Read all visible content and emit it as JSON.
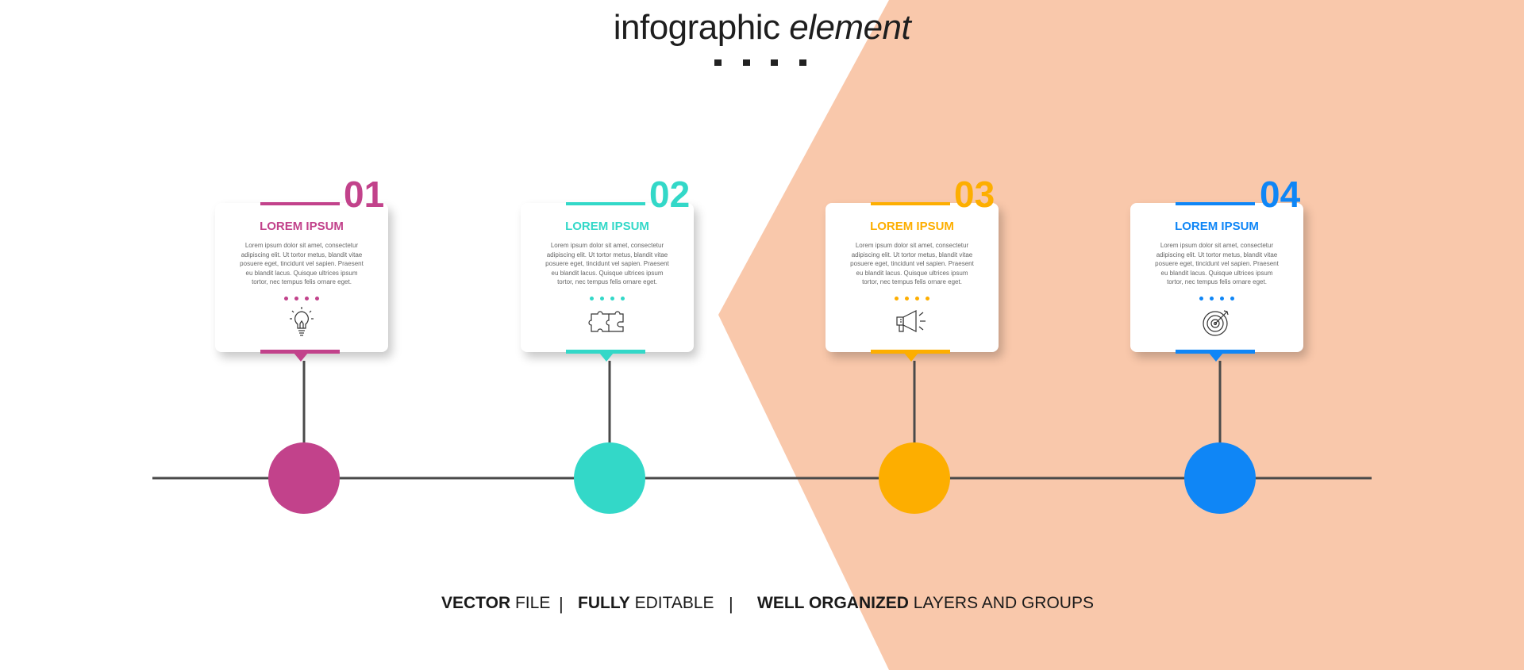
{
  "title": {
    "bold": "infographic",
    "italic": "element"
  },
  "colors": {
    "background_shape": "#f9c8ab",
    "timeline_line": "#4a4a4a",
    "step_colors": [
      "#c2428b",
      "#33d8c8",
      "#fdae00",
      "#0f86f6"
    ]
  },
  "steps": [
    {
      "number": "01",
      "heading": "LOREM IPSUM",
      "body": "Lorem ipsum dolor sit amet, consectetur adipiscing elit. Ut tortor metus, blandit vitae posuere eget, tincidunt vel sapien. Praesent eu blandit lacus. Quisque ultrices ipsum tortor, nec tempus felis ornare eget.",
      "icon": "lightbulb-icon",
      "color": "#c2428b"
    },
    {
      "number": "02",
      "heading": "LOREM IPSUM",
      "body": "Lorem ipsum dolor sit amet, consectetur adipiscing elit. Ut tortor metus, blandit vitae posuere eget, tincidunt vel sapien. Praesent eu blandit lacus. Quisque ultrices ipsum tortor, nec tempus felis ornare eget.",
      "icon": "puzzle-icon",
      "color": "#33d8c8"
    },
    {
      "number": "03",
      "heading": "LOREM IPSUM",
      "body": "Lorem ipsum dolor sit amet, consectetur adipiscing elit. Ut tortor metus, blandit vitae posuere eget, tincidunt vel sapien. Praesent eu blandit lacus. Quisque ultrices ipsum tortor, nec tempus felis ornare eget.",
      "icon": "megaphone-icon",
      "color": "#fdae00"
    },
    {
      "number": "04",
      "heading": "LOREM IPSUM",
      "body": "Lorem ipsum dolor sit amet, consectetur adipiscing elit. Ut tortor metus, blandit vitae posuere eget, tincidunt vel sapien. Praesent eu blandit lacus. Quisque ultrices ipsum tortor, nec tempus felis ornare eget.",
      "icon": "target-icon",
      "color": "#0f86f6"
    }
  ],
  "footer": {
    "item1_strong": "VECTOR",
    "item1_rest": " FILE",
    "item2_strong": "FULLY",
    "item2_rest": " EDITABLE",
    "item3_strong": "WELL ORGANIZED",
    "item3_rest": " LAYERS AND GROUPS",
    "separator": "|"
  }
}
